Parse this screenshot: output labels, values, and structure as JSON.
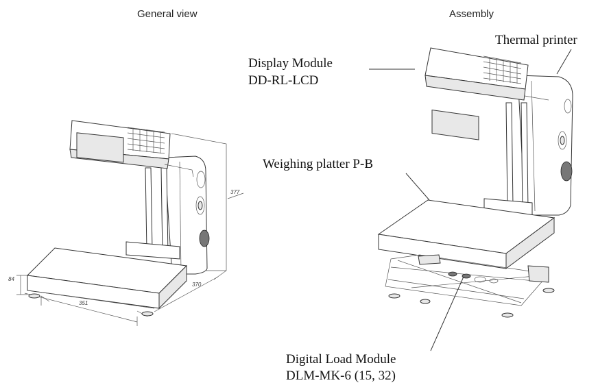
{
  "headings": {
    "left": "General view",
    "right": "Assembly"
  },
  "labels": {
    "display_module_line1": "Display Module",
    "display_module_line2": "DD-RL-LCD",
    "thermal_printer": "Thermal printer",
    "weighing_platter": "Weighing platter P-B",
    "load_module_line1": "Digital Load Module",
    "load_module_line2": "DLM-MK-6 (15, 32)"
  },
  "dimensions": {
    "height": "377",
    "platter_height": "84",
    "width": "351",
    "depth": "370"
  }
}
